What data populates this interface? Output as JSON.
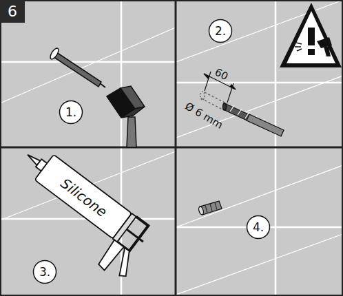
{
  "diagram": {
    "nodes": [
      {
        "text": [
          "6"
        ]
      },
      {
        "text": [
          "1."
        ]
      },
      {
        "text": [
          "2."
        ]
      },
      {
        "text": [
          "3."
        ]
      },
      {
        "text": [
          "4."
        ]
      }
    ],
    "labels": [
      "60",
      "Ø 6 mm",
      "Silicone"
    ]
  }
}
